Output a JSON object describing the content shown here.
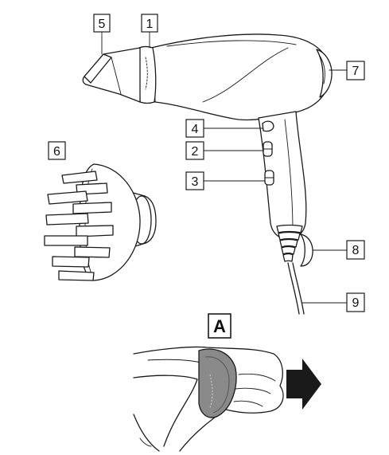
{
  "callouts": {
    "c1": "1",
    "c2": "2",
    "c3": "3",
    "c4": "4",
    "c5": "5",
    "c6": "6",
    "c7": "7",
    "c8": "8",
    "c9": "9"
  },
  "section_label": "A",
  "colors": {
    "line": "#1a1a1a",
    "filter_grey": "#8a8a8a",
    "arrow": "#1a1a1a",
    "background": "#ffffff"
  }
}
